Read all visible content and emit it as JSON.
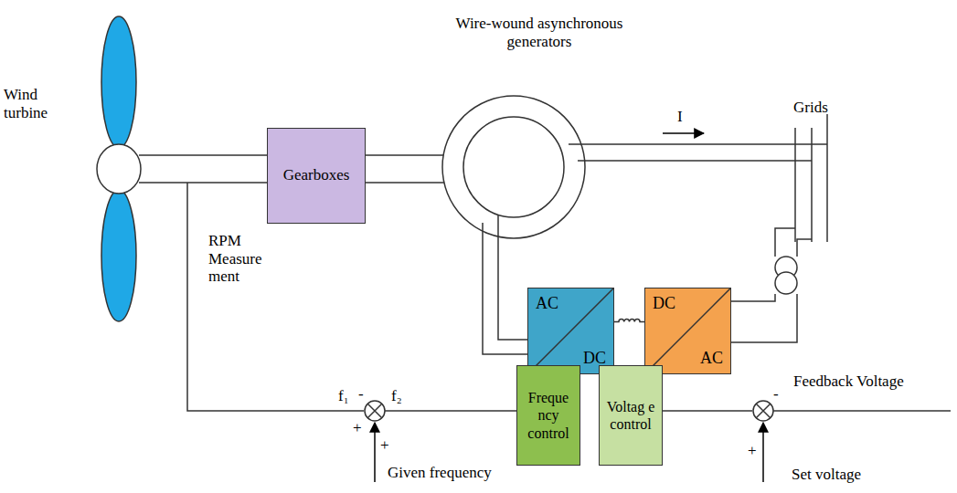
{
  "diagram": {
    "nodes": [
      {
        "text": [
          "Gearboxes"
        ]
      },
      {
        "text": [
          "AC",
          "DC"
        ]
      },
      {
        "text": [
          "DC",
          "AC"
        ]
      },
      {
        "text": [
          "Freque ncy control"
        ]
      },
      {
        "text": [
          "Voltag e control"
        ]
      }
    ],
    "edges": [
      {
        "from": 1,
        "to": 2,
        "arrow": "none"
      }
    ],
    "labels": [
      "Wind turbine",
      "Wire-wound asynchronous generators",
      "I",
      "Grids",
      "RPM Measure ment",
      "f₁",
      "-",
      "f₂",
      "+",
      "+",
      "Given frequency",
      "Feedback Voltage",
      "-",
      "+",
      "Set voltage"
    ]
  }
}
